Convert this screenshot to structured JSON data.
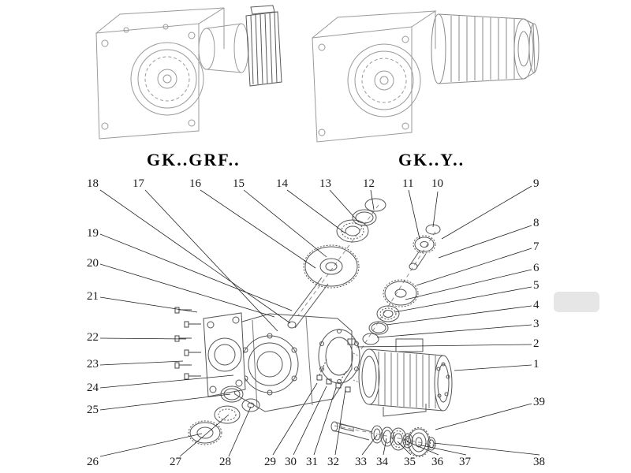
{
  "diagram": {
    "models": {
      "left": "GK..GRF..",
      "right": "GK..Y.."
    },
    "callout_labels": [
      "18",
      "17",
      "16",
      "15",
      "14",
      "13",
      "12",
      "11",
      "10",
      "9",
      "8",
      "7",
      "6",
      "5",
      "4",
      "3",
      "2",
      "1",
      "39",
      "19",
      "20",
      "21",
      "22",
      "23",
      "24",
      "25",
      "26",
      "27",
      "28",
      "29",
      "30",
      "31",
      "32",
      "33",
      "34",
      "35",
      "36",
      "37",
      "38"
    ]
  }
}
